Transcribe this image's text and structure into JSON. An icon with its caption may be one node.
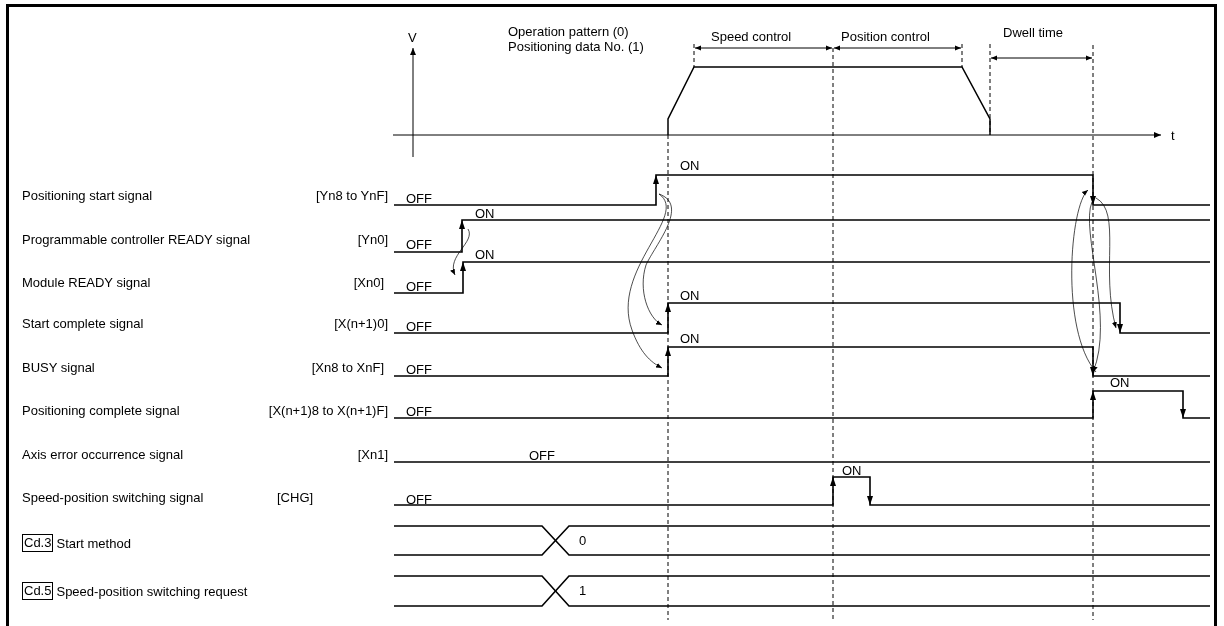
{
  "diagram": {
    "nodes": [
      {
        "text": [
          "Cd.3"
        ],
        "beside": [
          "Start method"
        ]
      },
      {
        "text": [
          "Cd.5"
        ],
        "beside": [
          "Speed-position switching request"
        ]
      }
    ],
    "labels": [
      "V",
      "Operation pattern (0) Positioning data No. (1)",
      "Speed control",
      "Position control",
      "Dwell time",
      "t",
      "ON",
      "Positioning start signal",
      "[Yn8 to YnF]",
      "OFF",
      "ON",
      "Programmable controller READY signal",
      "[Yn0]",
      "OFF",
      "ON",
      "Module READY signal",
      "[Xn0]",
      "OFF",
      "ON",
      "Start complete signal",
      "[X(n+1)0]",
      "OFF",
      "ON",
      "BUSY signal",
      "[Xn8 to XnF]",
      "OFF",
      "ON",
      "Positioning complete signal",
      "[X(n+1)8 to X(n+1)F]",
      "OFF",
      "Axis error occurrence signal",
      "[Xn1]",
      "OFF",
      "ON",
      "Speed-position switching signal",
      "[CHG]",
      "OFF",
      "0",
      "1"
    ]
  }
}
